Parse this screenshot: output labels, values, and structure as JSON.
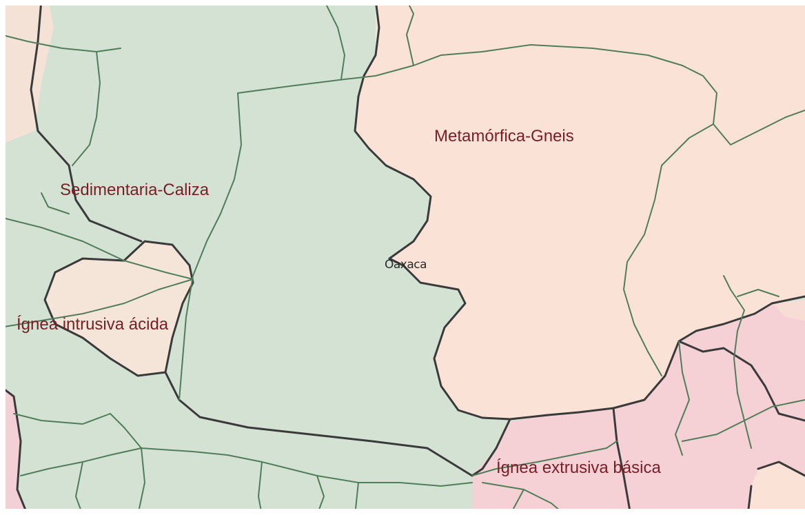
{
  "colors": {
    "sedimentary": "#d4e2d3",
    "metamorphic": "#fae3d6",
    "igneous_intrusive": "#f4e5d8",
    "igneous_extrusive": "#f5d1d6",
    "boundary_thick": "#3a3a3a",
    "boundary_thin": "#4f7d5a",
    "label_text": "#7a1d24"
  },
  "labels": {
    "metamorphic": "Metamórfica-Gneis",
    "sedimentary": "Sedimentaria-Caliza",
    "intrusive": "Ígnea intrusiva ácida",
    "extrusive": "Ígnea extrusiva básica",
    "city": "Oaxaca"
  }
}
